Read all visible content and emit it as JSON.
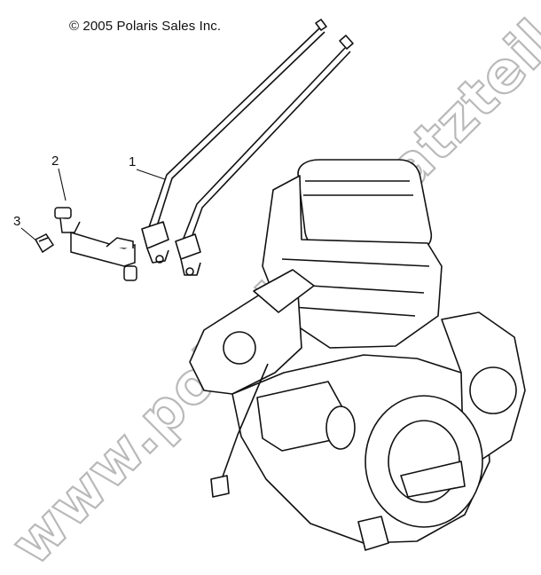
{
  "copyright": "© 2005 Polaris Sales Inc.",
  "callouts": [
    {
      "label": "1"
    },
    {
      "label": "2"
    },
    {
      "label": "3"
    }
  ],
  "watermark": "www.polaris-ersatzteile.de",
  "colors": {
    "line": "#111111",
    "background": "#ffffff",
    "watermark_stroke": "#b9b9b9"
  }
}
